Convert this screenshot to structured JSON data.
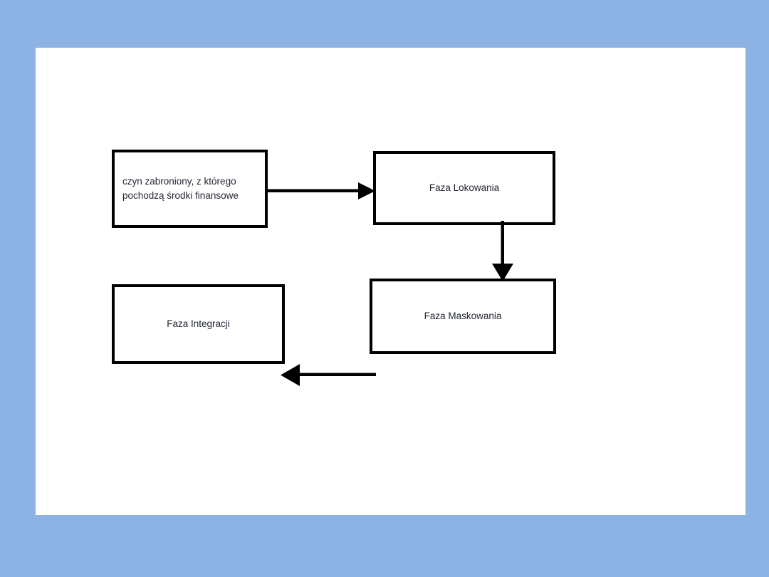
{
  "slide": {
    "background_color": "#8cb3e3",
    "panel_color": "#ffffff",
    "ink_color": "#000000",
    "text_color": "#1f2430"
  },
  "diagram": {
    "type": "flowchart",
    "title": "",
    "orientation": "z-pattern",
    "nodes": [
      {
        "id": "source",
        "label": "czyn zabroniony, z którego pochodzą środki finansowe",
        "line_1": "czyn zabroniony, z którego",
        "line_2": "pochodzą środki finansowe",
        "align": "left"
      },
      {
        "id": "placement",
        "label": "Faza Lokowania",
        "align": "center"
      },
      {
        "id": "layering",
        "label": "Faza Maskowania",
        "align": "center"
      },
      {
        "id": "integration",
        "label": "Faza Integracji",
        "align": "center"
      }
    ],
    "edges": [
      {
        "id": "source-to-placement",
        "from": "source",
        "to": "placement",
        "direction": "right",
        "label": ""
      },
      {
        "id": "placement-to-layering",
        "from": "placement",
        "to": "layering",
        "direction": "down",
        "label": ""
      },
      {
        "id": "layering-to-integration",
        "from": "layering",
        "to": "integration",
        "direction": "left",
        "label": ""
      }
    ]
  }
}
